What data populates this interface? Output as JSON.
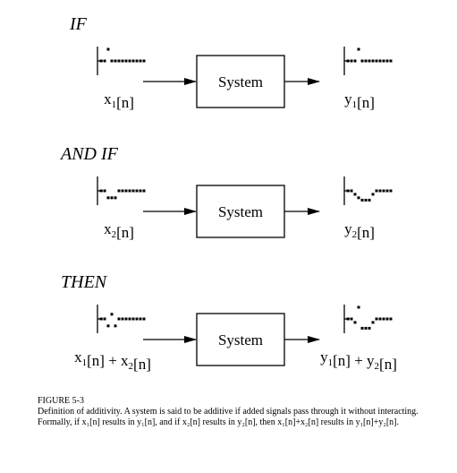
{
  "rows": [
    {
      "heading": "IF",
      "input_label": "x₁[n]",
      "system_label": "System",
      "output_label": "y₁[n]",
      "input_signal": [
        0,
        0,
        1,
        0,
        0,
        0,
        0,
        0,
        0,
        0,
        0,
        0,
        0
      ],
      "output_signal": [
        0,
        0,
        0,
        1,
        0,
        0,
        0,
        0,
        0,
        0,
        0,
        0,
        0
      ]
    },
    {
      "heading": "AND IF",
      "input_label": "x₂[n]",
      "system_label": "System",
      "output_label": "y₂[n]",
      "input_signal": [
        0,
        0,
        -0.6,
        -0.6,
        -0.6,
        0,
        0,
        0,
        0,
        0,
        0,
        0,
        0
      ],
      "output_signal": [
        0,
        0,
        -0.3,
        -0.6,
        -0.8,
        -0.8,
        -0.8,
        -0.3,
        0,
        0,
        0,
        0,
        0
      ]
    },
    {
      "heading": "THEN",
      "input_label": "x₁[n] + x₂[n]",
      "system_label": "System",
      "output_label": "y₁[n] + y₂[n]",
      "input_signal": [
        0,
        0,
        -0.6,
        0.4,
        -0.6,
        0,
        0,
        0,
        0,
        0,
        0,
        0,
        0
      ],
      "output_signal": [
        0,
        0,
        -0.3,
        1,
        -0.8,
        -0.8,
        -0.8,
        -0.3,
        0,
        0,
        0,
        0,
        0
      ]
    }
  ],
  "caption": {
    "title": "FIGURE 5-3",
    "text": "Definition of additivity. A system is said to be additive if added signals pass through it without interacting. Formally, if x₁[n] results in y₁[n], and if x₂[n] results in y₂[n], then x₁[n]+x₂[n] results in y₁[n]+y₂[n]."
  },
  "colors": {
    "ink": "#000000",
    "background": "#ffffff"
  }
}
